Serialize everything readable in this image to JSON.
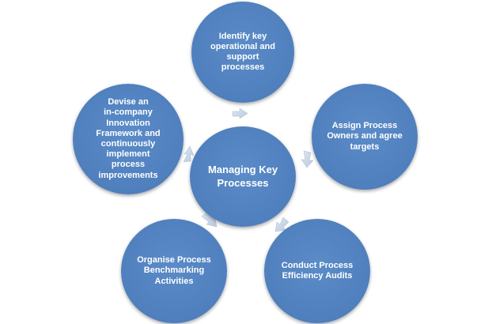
{
  "diagram": {
    "center": {
      "label": "Managing Key\nProcesses"
    },
    "nodes": [
      {
        "id": "top",
        "label": "Identify key\noperational and\nsupport\nprocesses"
      },
      {
        "id": "right",
        "label": "Assign Process\nOwners and agree\ntargets"
      },
      {
        "id": "bottom_right",
        "label": "Conduct Process\nEfficiency Audits"
      },
      {
        "id": "bottom_left",
        "label": "Organise Process\nBenchmarking\nActivities"
      },
      {
        "id": "left",
        "label": "Devise an\nin-company\nInnovation\nFramework and\ncontinuously\nimplement\nprocess\nimprovements"
      }
    ]
  },
  "colors": {
    "node_fill": "#4f7fbd",
    "arrow_fill": "#c9d6e8",
    "text": "#ffffff"
  }
}
